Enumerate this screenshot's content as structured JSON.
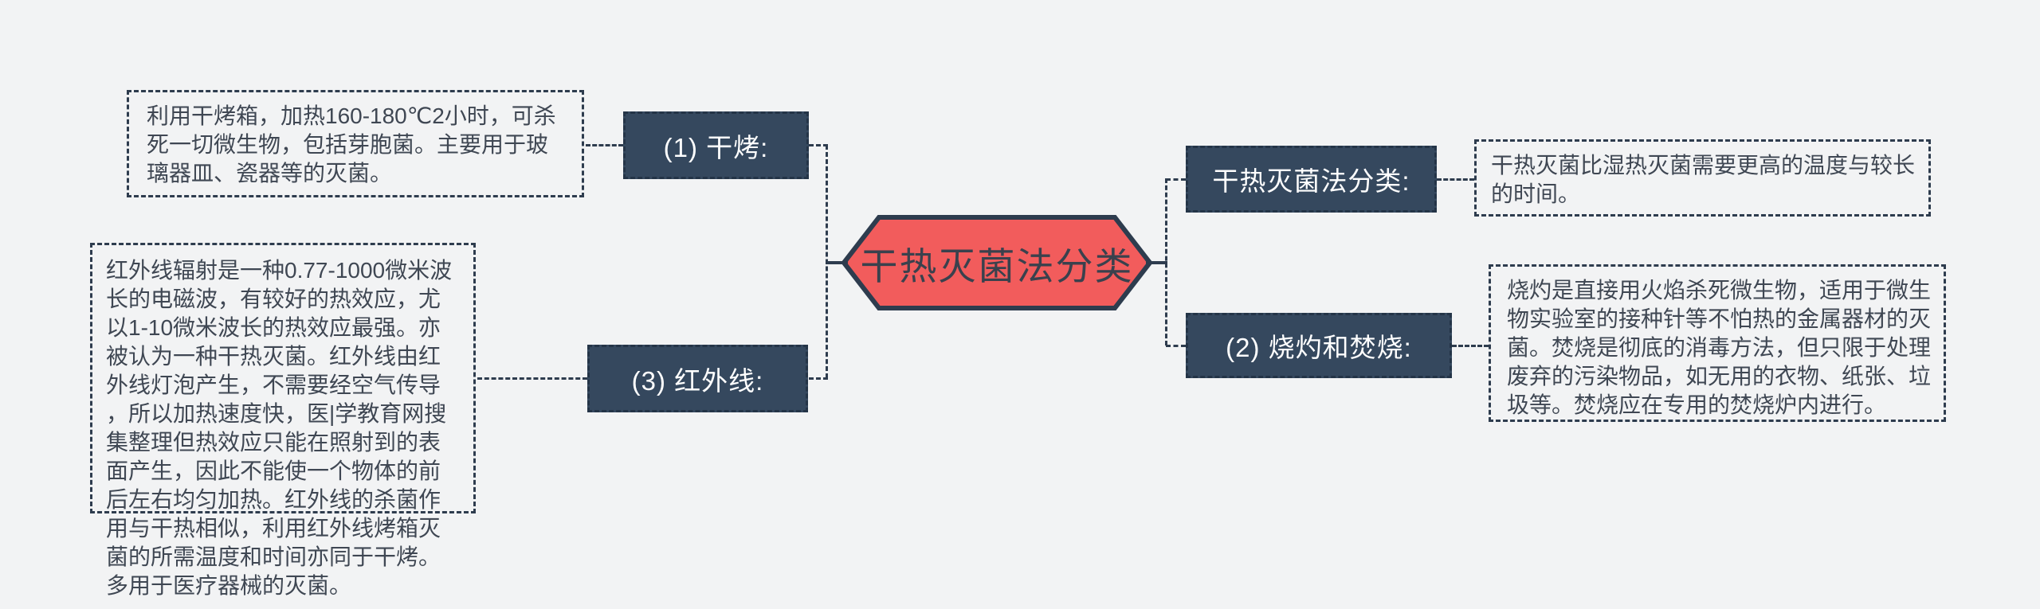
{
  "diagram": {
    "root": {
      "label": "干热灭菌法分类"
    },
    "nodes": {
      "dry_bake": {
        "label": "(1) 干烤:"
      },
      "burn_incinerate": {
        "label": "(2) 烧灼和焚烧:"
      },
      "infrared": {
        "label": "(3)  红外线:"
      },
      "classification": {
        "label": "干热灭菌法分类:"
      }
    },
    "notes": {
      "dry_bake_note": "利用干烤箱，加热160-180℃2小时，可杀死一切微生物，包括芽胞菌。主要用于玻璃器皿、瓷器等的灭菌。",
      "infrared_note": "红外线辐射是一种0.77-1000微米波长的电磁波，有较好的热效应，尤以1-10微米波长的热效应最强。亦被认为一种干热灭菌。红外线由红外线灯泡产生，不需要经空气传导，所以加热速度快，医|学教育网搜集整理但热效应只能在照射到的表面产生，因此不能使一个物体的前后左右均匀加热。红外线的杀菌作用与干热相似，利用红外线烤箱灭菌的所需温度和时间亦同于干烤。多用于医疗器械的灭菌。",
      "classification_note": "干热灭菌比湿热灭菌需要更高的温度与较长的时间。",
      "burn_note": "烧灼是直接用火焰杀死微生物，适用于微生物实验室的接种针等不怕热的金属器材的灭菌。焚烧是彻底的消毒方法，但只限于处理废弃的污染物品，如无用的衣物、纸张、垃圾等。焚烧应在专用的焚烧炉内进行。"
    },
    "colors": {
      "background": "#f2f3f4",
      "node_fill": "#35485e",
      "node_text": "#ffffff",
      "root_fill": "#f25c5c",
      "line": "#2e3c4e",
      "note_text": "#3f4753"
    }
  }
}
